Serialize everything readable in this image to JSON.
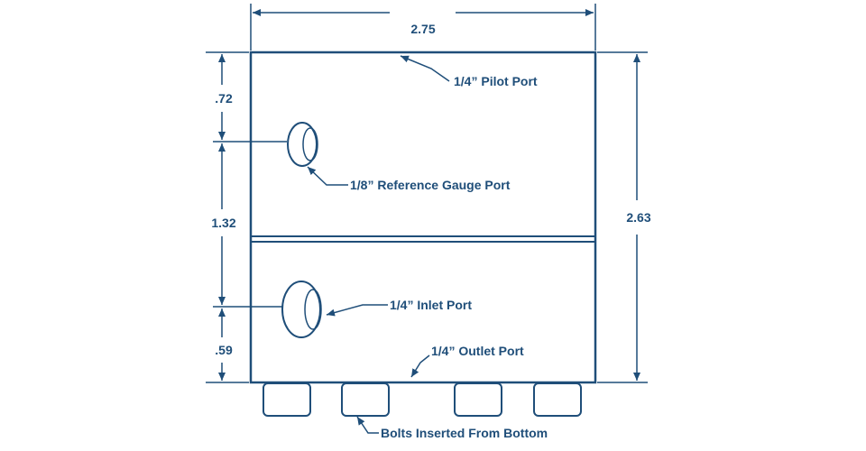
{
  "diagram": {
    "colors": {
      "line": "#1f4e79",
      "body_fill": "#ffffff"
    },
    "dimensions": {
      "width": "2.75",
      "height": "2.63",
      "top_to_gauge": ".72",
      "gauge_to_inlet": "1.32",
      "inlet_to_bottom": ".59"
    },
    "callouts": {
      "pilot_port": "1/4” Pilot Port",
      "reference_gauge_port": "1/8” Reference Gauge Port",
      "inlet_port": "1/4” Inlet Port",
      "outlet_port": "1/4” Outlet Port",
      "bolts": "Bolts Inserted From Bottom"
    }
  }
}
